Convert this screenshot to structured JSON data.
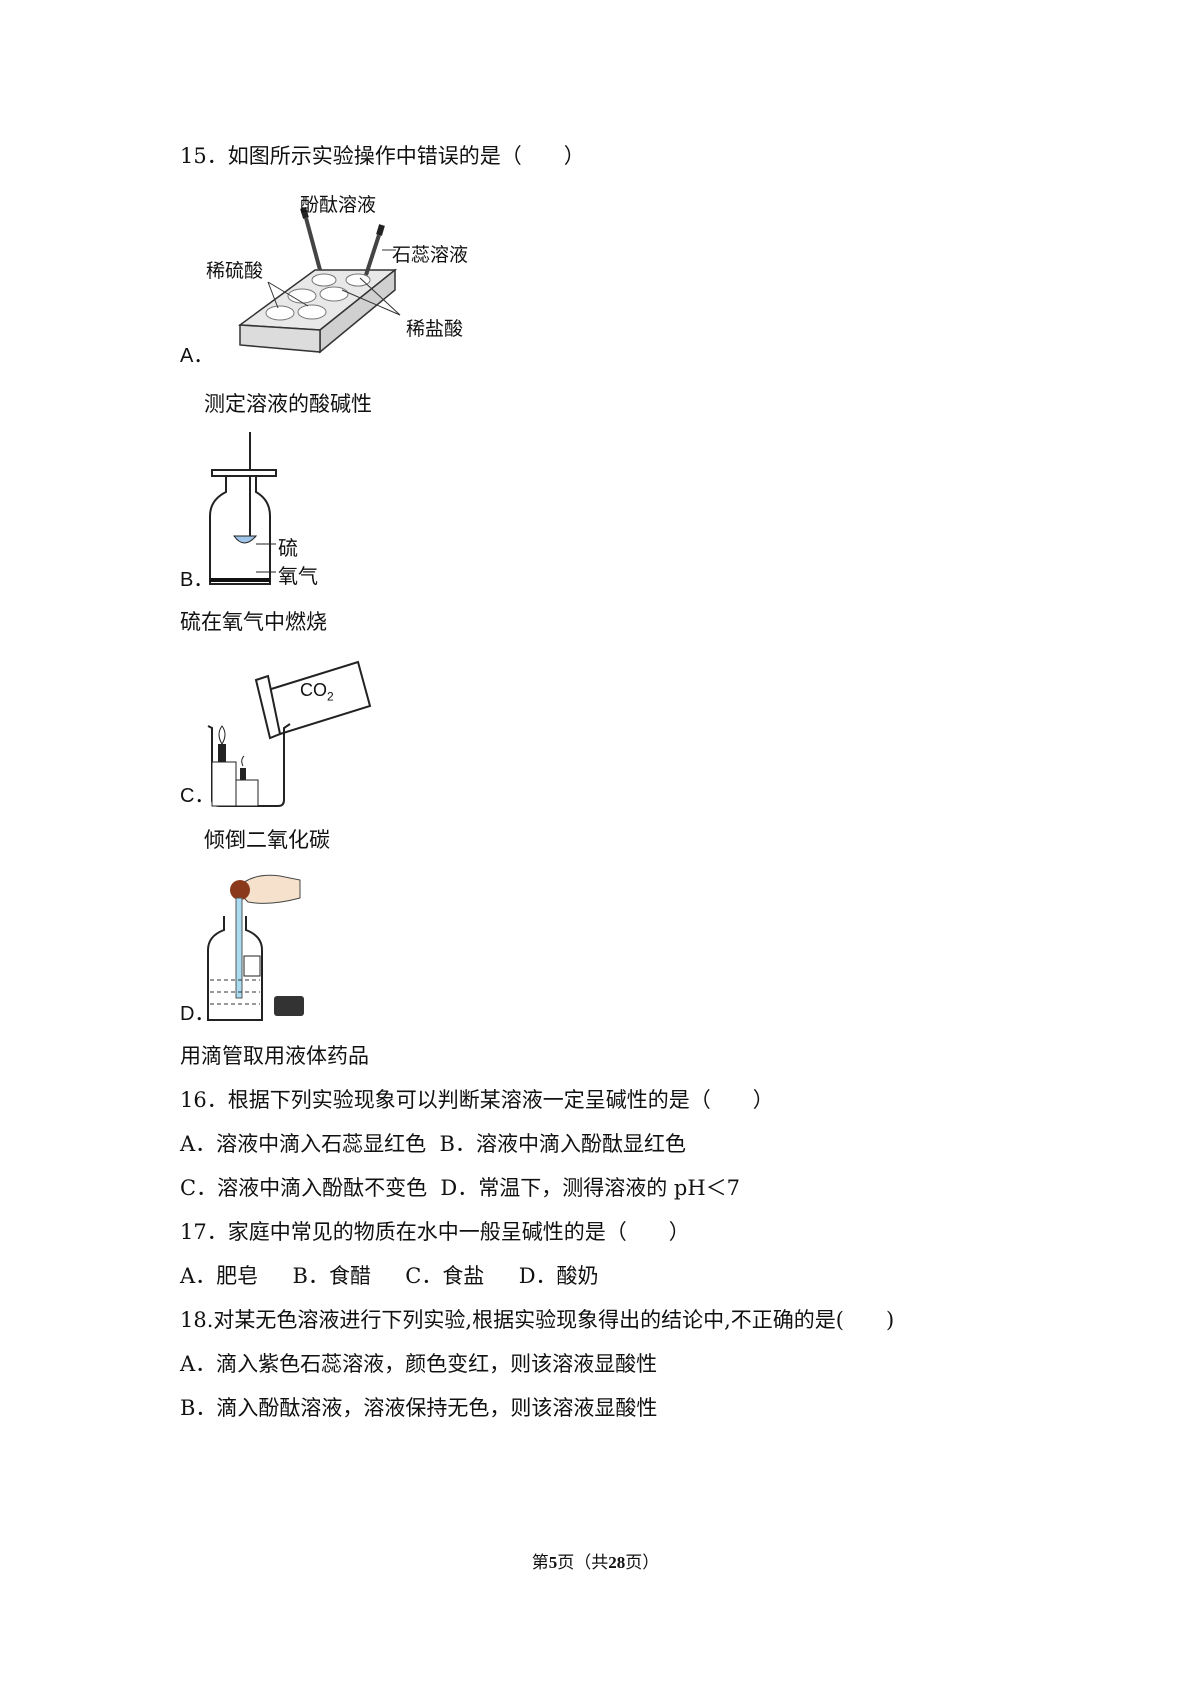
{
  "questions": {
    "q15": {
      "stem": "15．如图所示实验操作中错误的是（　　）",
      "options": [
        {
          "letter": "A．",
          "caption": "测定溶液的酸碱性",
          "labels": [
            "酚酞溶液",
            "石蕊溶液",
            "稀硫酸",
            "稀盐酸"
          ]
        },
        {
          "letter": "B．",
          "caption": "硫在氧气中燃烧",
          "labels": [
            "硫",
            "氧气"
          ]
        },
        {
          "letter": "C．",
          "caption": "倾倒二氧化碳",
          "labels": [
            "CO",
            "2"
          ]
        },
        {
          "letter": "D．",
          "caption": "用滴管取用液体药品"
        }
      ]
    },
    "q16": {
      "stem": "16．根据下列实验现象可以判断某溶液一定呈碱性的是（　　）",
      "row1": "A．溶液中滴入石蕊显红色  B．溶液中滴入酚酞显红色",
      "row2": "C．溶液中滴入酚酞不变色  D．常温下，测得溶液的 pH＜7"
    },
    "q17": {
      "stem": "17．家庭中常见的物质在水中一般呈碱性的是（　　）",
      "row1": "A．肥皂　  B．食醋　  C．食盐　  D．酸奶"
    },
    "q18": {
      "stem": "18.对某无色溶液进行下列实验,根据实验现象得出的结论中,不正确的是(　　)",
      "row1": "A．滴入紫色石蕊溶液，颜色变红，则该溶液显酸性",
      "row2": "B．滴入酚酞溶液，溶液保持无色，则该溶液显酸性"
    }
  },
  "footer": {
    "pre": "第",
    "page": "5",
    "mid": "页（共",
    "total": "28",
    "post": "页）"
  }
}
